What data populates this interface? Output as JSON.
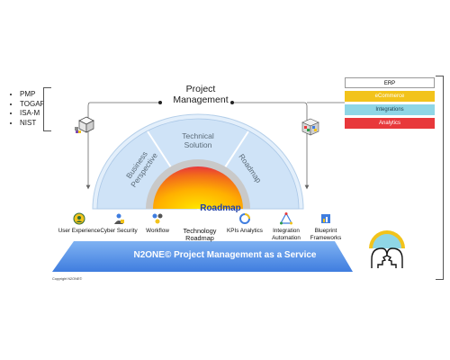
{
  "standards": [
    "PMP",
    "TOGAF",
    "ISA-M",
    "NIST"
  ],
  "center_title": "Project Management",
  "layers": [
    "ERP",
    "eCommerce",
    "Integrations",
    "Analytics"
  ],
  "sectors": {
    "left": "Business Perspective",
    "middle": "Technical Solution",
    "right": "Roadmap"
  },
  "core_label": "Roadmap",
  "features": [
    {
      "label": "User Experience",
      "icon": "user-experience-icon"
    },
    {
      "label": "Cyber Security",
      "icon": "cyber-security-icon"
    },
    {
      "label": "Workflow",
      "icon": "workflow-icon"
    },
    {
      "label": "Technology Roadmap",
      "icon": "technology-roadmap-icon"
    },
    {
      "label": "KPIs Analytics",
      "icon": "kpi-analytics-icon"
    },
    {
      "label": "Integration Automation",
      "icon": "integration-automation-icon"
    },
    {
      "label": "Blueprint Frameworks",
      "icon": "blueprint-frameworks-icon"
    }
  ],
  "banner": "N2ONE© Project Management as a Service",
  "copyright": "Copyright N2ONE©",
  "colors": {
    "erp": "#ffffff",
    "ecommerce": "#f2c31b",
    "integrations": "#8fd6e6",
    "analytics": "#e8383b",
    "arc_blue": "#cfe3f7",
    "banner_blue": "#4a86e8",
    "roadmap_text": "#1f3fa8"
  }
}
